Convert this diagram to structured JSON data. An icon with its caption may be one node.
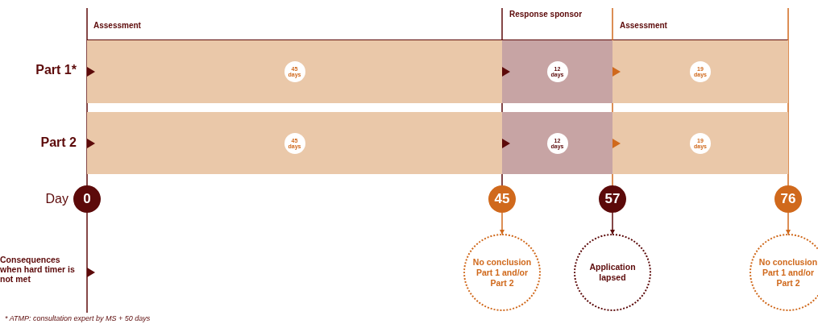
{
  "diagram": {
    "nodes": [
      {
        "text": [
          "45 days"
        ]
      },
      {
        "text": [
          "12 days"
        ]
      },
      {
        "text": [
          "19 days"
        ]
      },
      {
        "text": [
          "45 days"
        ]
      },
      {
        "text": [
          "12 days"
        ]
      },
      {
        "text": [
          "19 days"
        ]
      },
      {
        "text": [
          "0"
        ]
      },
      {
        "text": [
          "45"
        ]
      },
      {
        "text": [
          "57"
        ]
      },
      {
        "text": [
          "76"
        ]
      },
      {
        "text": [
          "No conclusion Part 1 and/or Part 2"
        ]
      },
      {
        "text": [
          "Application lapsed"
        ]
      },
      {
        "text": [
          "No conclusion Part 1 and/or Part 2"
        ]
      }
    ],
    "edges": [
      {
        "from": 7,
        "to": 10,
        "arrow": "to"
      },
      {
        "from": 8,
        "to": 11,
        "arrow": "to",
        "color": "#5c0a0a"
      },
      {
        "from": 9,
        "to": 12,
        "arrow": "to"
      }
    ],
    "labels": [
      "Assessment",
      "Response sponsor",
      "Assessment",
      "Part 1*",
      "Part 2",
      "Day",
      "Consequences when hard timer is not met",
      "* ATMP: consultation expert by MS + 50 days"
    ]
  }
}
